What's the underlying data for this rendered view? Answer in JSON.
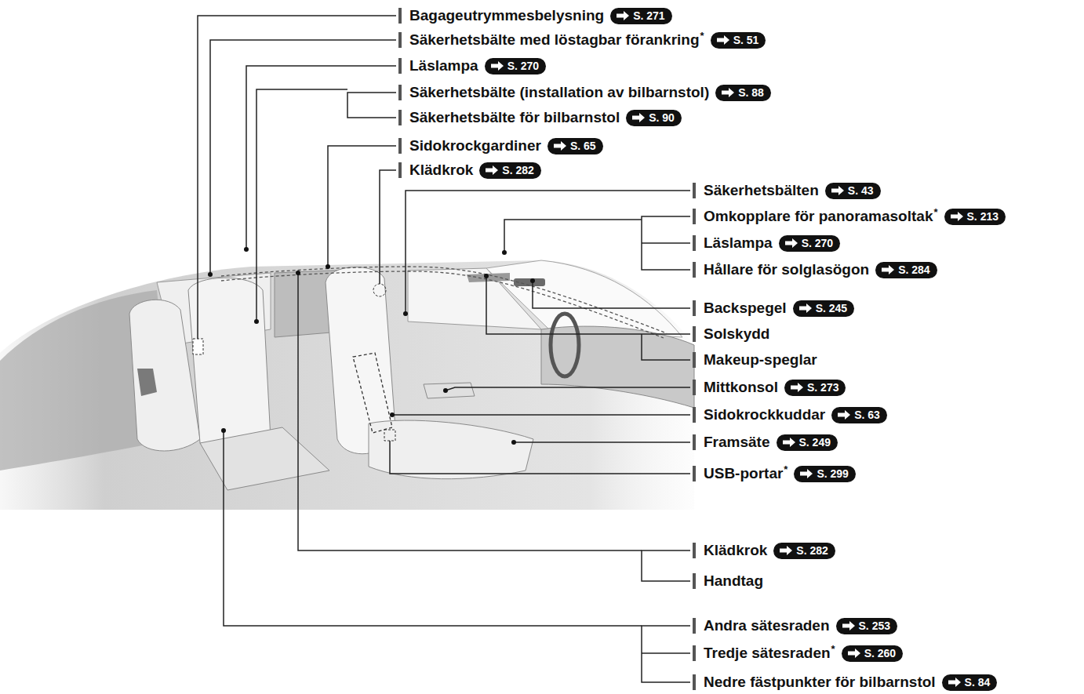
{
  "diagram": {
    "labels": [
      "Bagageutrymmesbelysning",
      "S. 271",
      "Säkerhetsbälte med löstagbar förankring",
      "*",
      "S. 51",
      "Läslampa",
      "S. 270",
      "Säkerhetsbälte (installation av bilbarnstol)",
      "S. 88",
      "Säkerhetsbälte för bilbarnstol",
      "S. 90",
      "Sidokrockgardiner",
      "S. 65",
      "Klädkrok",
      "S. 282",
      "Säkerhetsbälten",
      "S. 43",
      "Omkopplare för panoramasoltak",
      "*",
      "S. 213",
      "Läslampa",
      "S. 270",
      "Hållare för solglasögon",
      "S. 284",
      "Backspegel",
      "S. 245",
      "Solskydd",
      "Makeup-speglar",
      "Mittkonsol",
      "S. 273",
      "Sidokrockkuddar",
      "S. 63",
      "Framsäte",
      "S. 249",
      "USB-portar",
      "*",
      "S. 299",
      "Klädkrok",
      "S. 282",
      "Handtag",
      "Andra sätesraden",
      "S. 253",
      "Tredje sätesraden",
      "*",
      "S. 260",
      "Nedre fästpunkter för bilbarnstol",
      "S. 84"
    ]
  }
}
